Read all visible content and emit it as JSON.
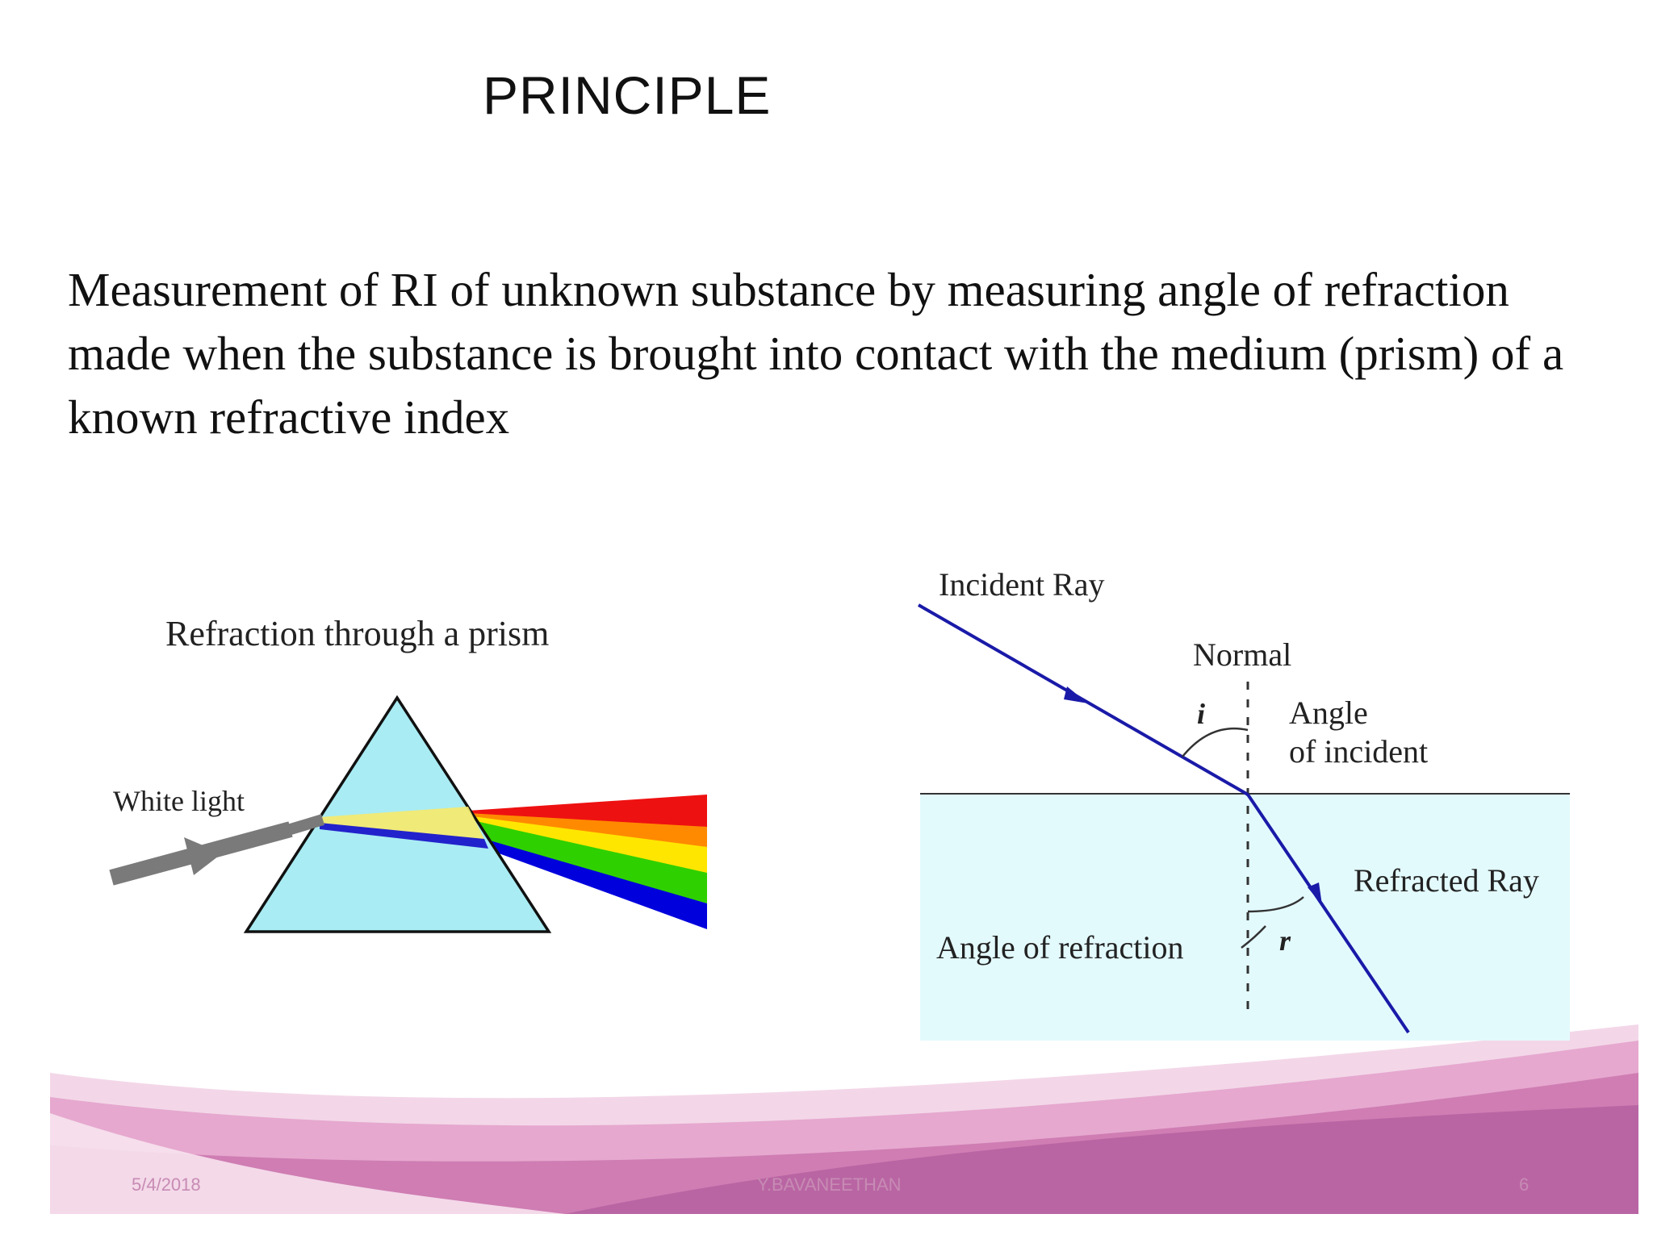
{
  "slide": {
    "title": "PRINCIPLE",
    "body": "Measurement of RI of unknown substance by measuring angle of refraction made when the substance is brought into contact with the medium (prism) of a known refractive index"
  },
  "prism_diagram": {
    "title": "Refraction through a prism",
    "input_label": "White light",
    "spectrum_colors": [
      "#ee1111",
      "#ff8a00",
      "#ffe600",
      "#2fd000",
      "#0000dd"
    ]
  },
  "refraction_diagram": {
    "incident_label": "Incident Ray",
    "normal_label": "Normal",
    "angle_i_symbol": "i",
    "angle_incident_label_1": "Angle",
    "angle_incident_label_2": "of incident",
    "refracted_label": "Refracted Ray",
    "angle_refraction_label": "Angle of refraction",
    "angle_r_symbol": "r"
  },
  "footer": {
    "date": "5/4/2018",
    "author": "Y.BAVANEETHAN",
    "page": "6"
  },
  "colors": {
    "prism_fill": "#a9ecf3",
    "medium_fill": "#e3fafd",
    "ray_color": "#1a1aa8",
    "arrow_gray": "#7a7a7a",
    "footer_pink": "#c77bb0"
  }
}
